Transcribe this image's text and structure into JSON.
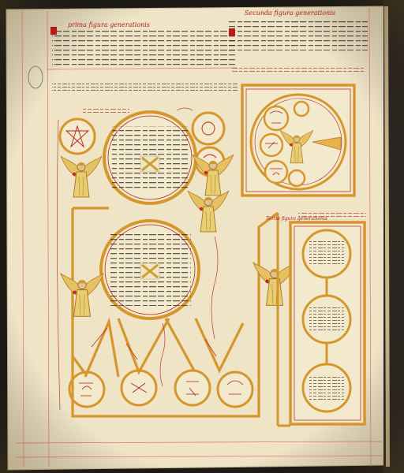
{
  "titles": {
    "prima": "prima figura generationis",
    "secunda": "Secunda figura generationis",
    "tertia": "Tertia figura generationis"
  },
  "colors": {
    "parchment": "#efe4c6",
    "parchment_edge": "#d8c7a0",
    "ink": "#2a2520",
    "rubric": "#b02018",
    "ochre": "#d6962e",
    "gold": "#e4c262",
    "binding": "#1c1a17"
  },
  "icons": {
    "angel": "angel-figure-icon",
    "initial": "decorated-initial-icon",
    "roundel": "roundel-icon"
  }
}
